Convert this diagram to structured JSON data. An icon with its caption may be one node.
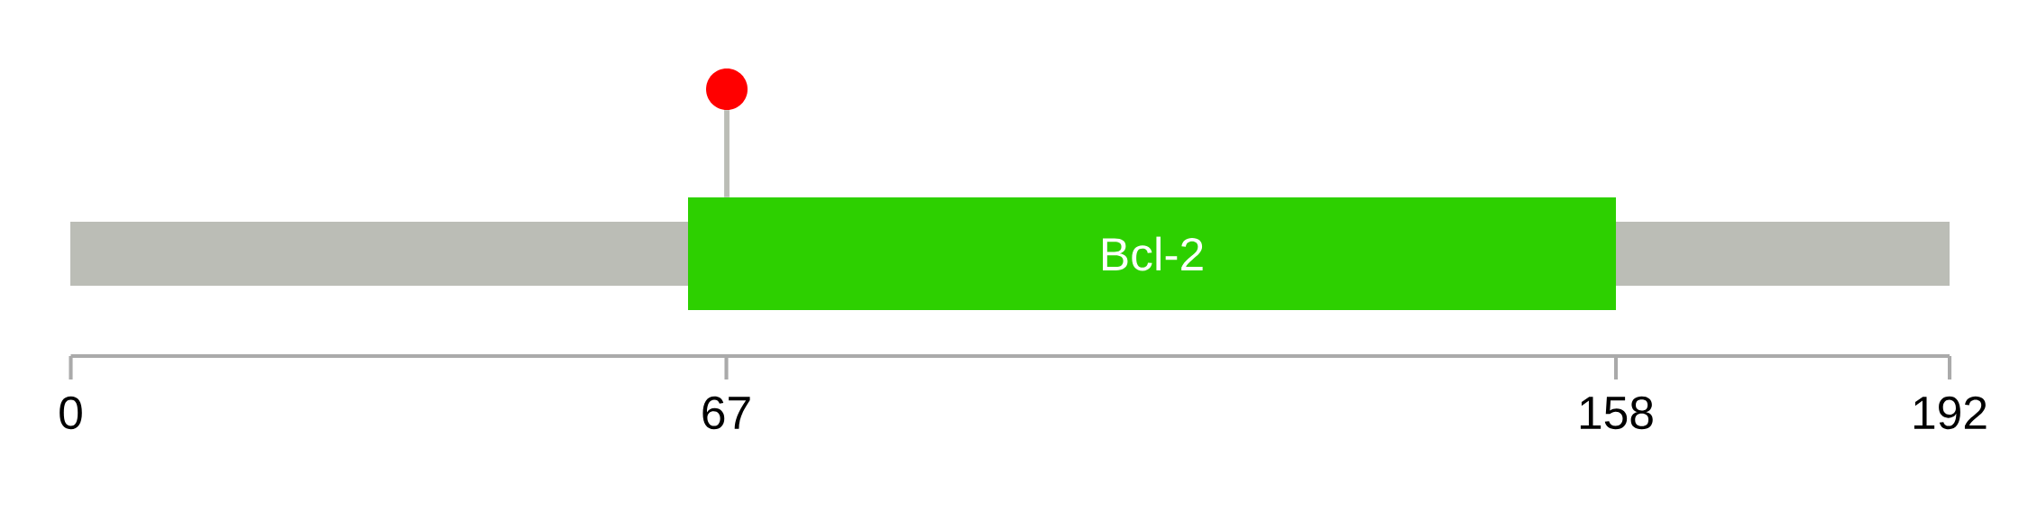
{
  "diagram": {
    "nodes": [
      {
        "text": [],
        "shape": "bar"
      },
      {
        "text": [
          "Bcl-2"
        ]
      },
      {
        "text": [],
        "shape": "circle"
      }
    ],
    "edges": [
      {
        "from": 2,
        "to": 1,
        "arrow": "none"
      }
    ],
    "labels": [
      "0",
      "67",
      "158",
      "192"
    ]
  }
}
